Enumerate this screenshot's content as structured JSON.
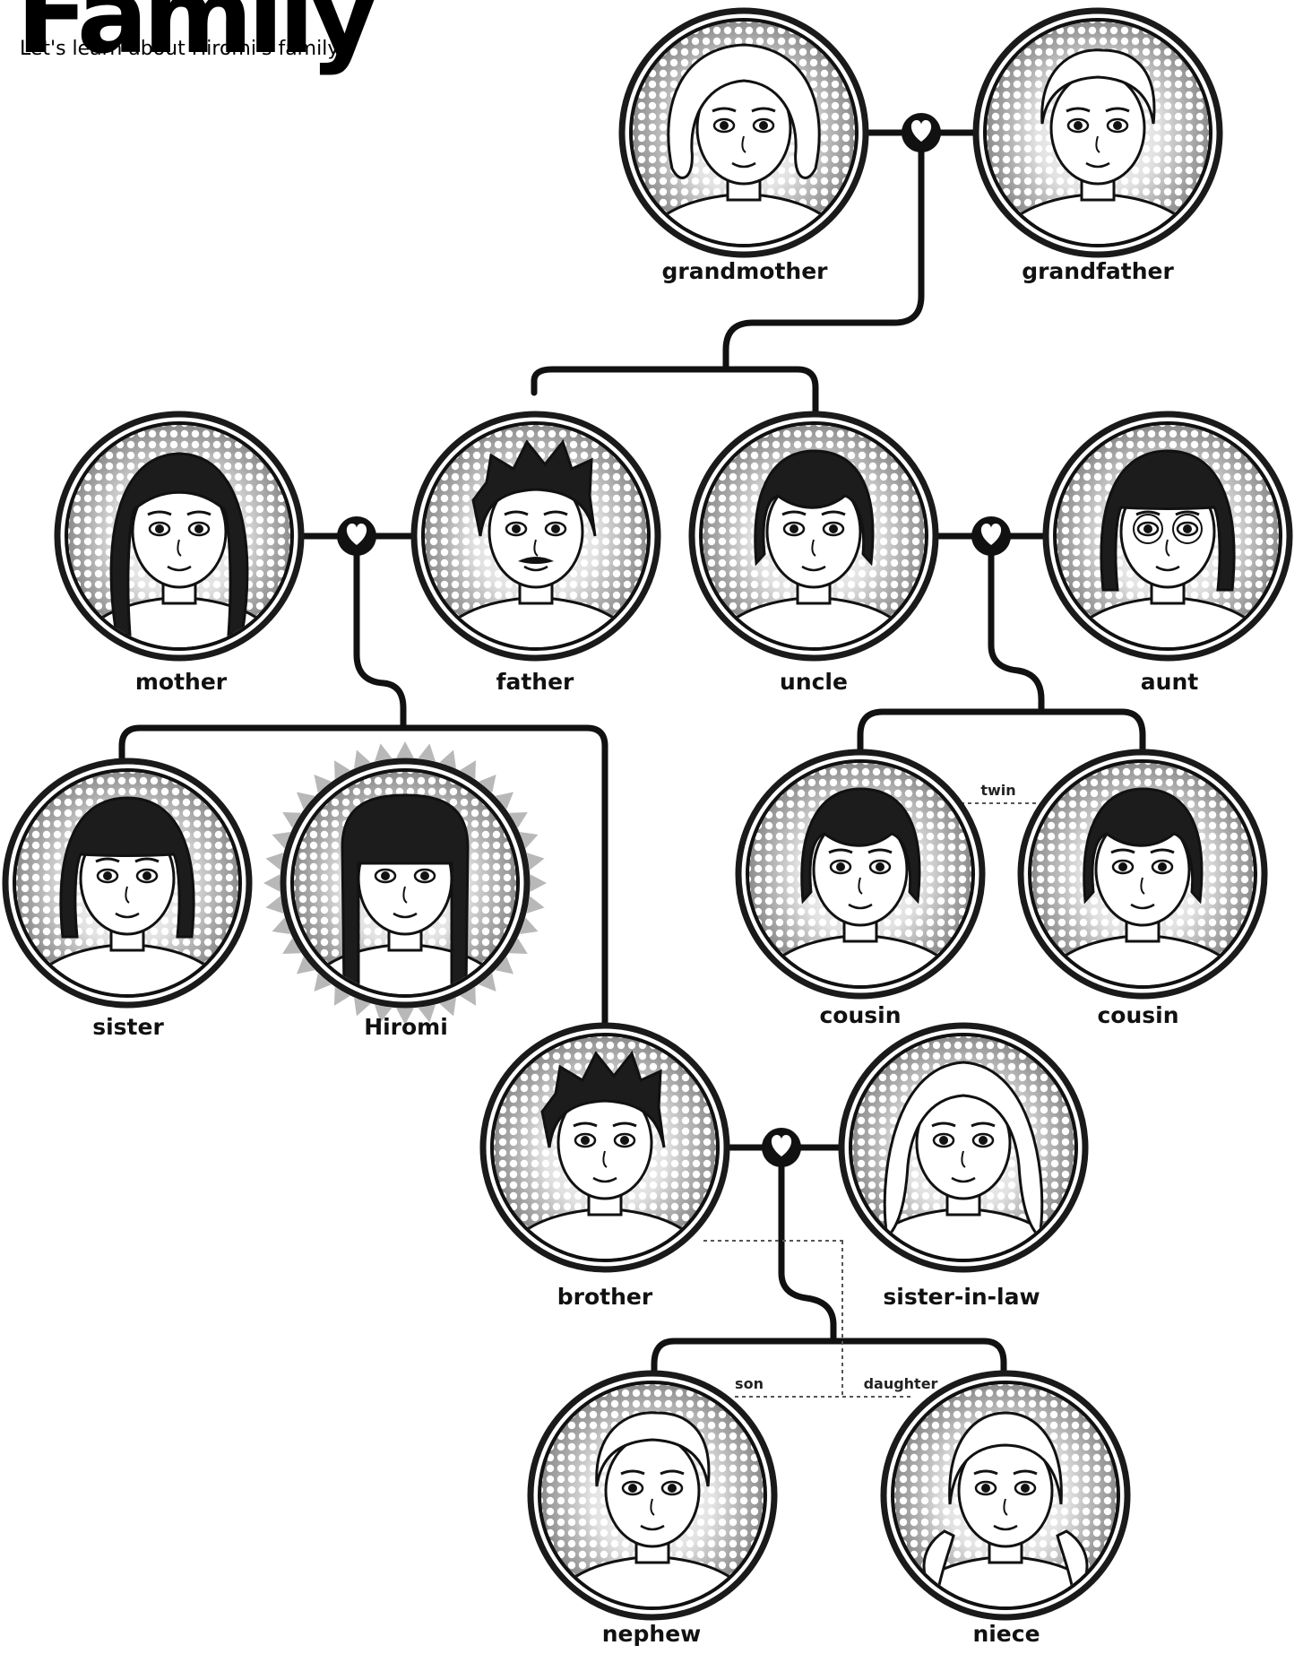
{
  "header": {
    "title": "Family",
    "subtitle": "Let's learn about Hiromi's family!"
  },
  "members": [
    {
      "id": "grandmother",
      "label": "grandmother",
      "hair": "curly-light"
    },
    {
      "id": "grandfather",
      "label": "grandfather",
      "hair": "short-light"
    },
    {
      "id": "mother",
      "label": "mother",
      "hair": "long-dark"
    },
    {
      "id": "father",
      "label": "father",
      "hair": "spiky-dark"
    },
    {
      "id": "uncle",
      "label": "uncle",
      "hair": "short-dark"
    },
    {
      "id": "aunt",
      "label": "aunt",
      "hair": "bob-dark"
    },
    {
      "id": "sister",
      "label": "sister",
      "hair": "bob-dark"
    },
    {
      "id": "hiromi",
      "label": "Hiromi",
      "hair": "long-black"
    },
    {
      "id": "cousin1",
      "label": "cousin",
      "hair": "short-dark"
    },
    {
      "id": "cousin2",
      "label": "cousin",
      "hair": "short-dark"
    },
    {
      "id": "brother",
      "label": "brother",
      "hair": "spiky-dark"
    },
    {
      "id": "sisterinlaw",
      "label": "sister-in-law",
      "hair": "wavy-light"
    },
    {
      "id": "nephew",
      "label": "nephew",
      "hair": "short-light"
    },
    {
      "id": "niece",
      "label": "niece",
      "hair": "pigtails-light"
    }
  ],
  "relations": {
    "twin": "twin",
    "son": "son",
    "daughter": "daughter"
  },
  "colors": {
    "line": "#111111",
    "halftone": "#bdbdbd",
    "ring": "#1a1a1a"
  },
  "icons": [
    "heart-icon"
  ]
}
